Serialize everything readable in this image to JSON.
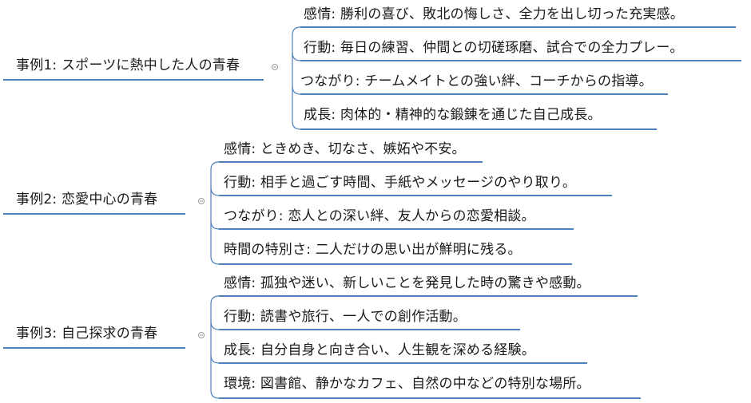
{
  "colors": {
    "line": "#4f81bd",
    "text": "#1a1a1a",
    "collapse": "#9a9a9a"
  },
  "mindmap": {
    "branches": [
      {
        "label": "事例1: スポーツに熱中した人の青春",
        "children": [
          "感情: 勝利の喜び、敗北の悔しさ、全力を出し切った充実感。",
          "行動: 毎日の練習、仲間との切磋琢磨、試合での全力プレー。",
          "つながり: チームメイトとの強い絆、コーチからの指導。",
          "成長: 肉体的・精神的な鍛錬を通じた自己成長。"
        ]
      },
      {
        "label": "事例2: 恋愛中心の青春",
        "children": [
          "感情: ときめき、切なさ、嫉妬や不安。",
          "行動: 相手と過ごす時間、手紙やメッセージのやり取り。",
          "つながり: 恋人との深い絆、友人からの恋愛相談。",
          "時間の特別さ: 二人だけの思い出が鮮明に残る。"
        ]
      },
      {
        "label": "事例3: 自己探求の青春",
        "children": [
          "感情: 孤独や迷い、新しいことを発見した時の驚きや感動。",
          "行動: 読書や旅行、一人での創作活動。",
          "成長: 自分自身と向き合い、人生観を深める経験。",
          "環境: 図書館、静かなカフェ、自然の中などの特別な場所。"
        ]
      }
    ]
  }
}
